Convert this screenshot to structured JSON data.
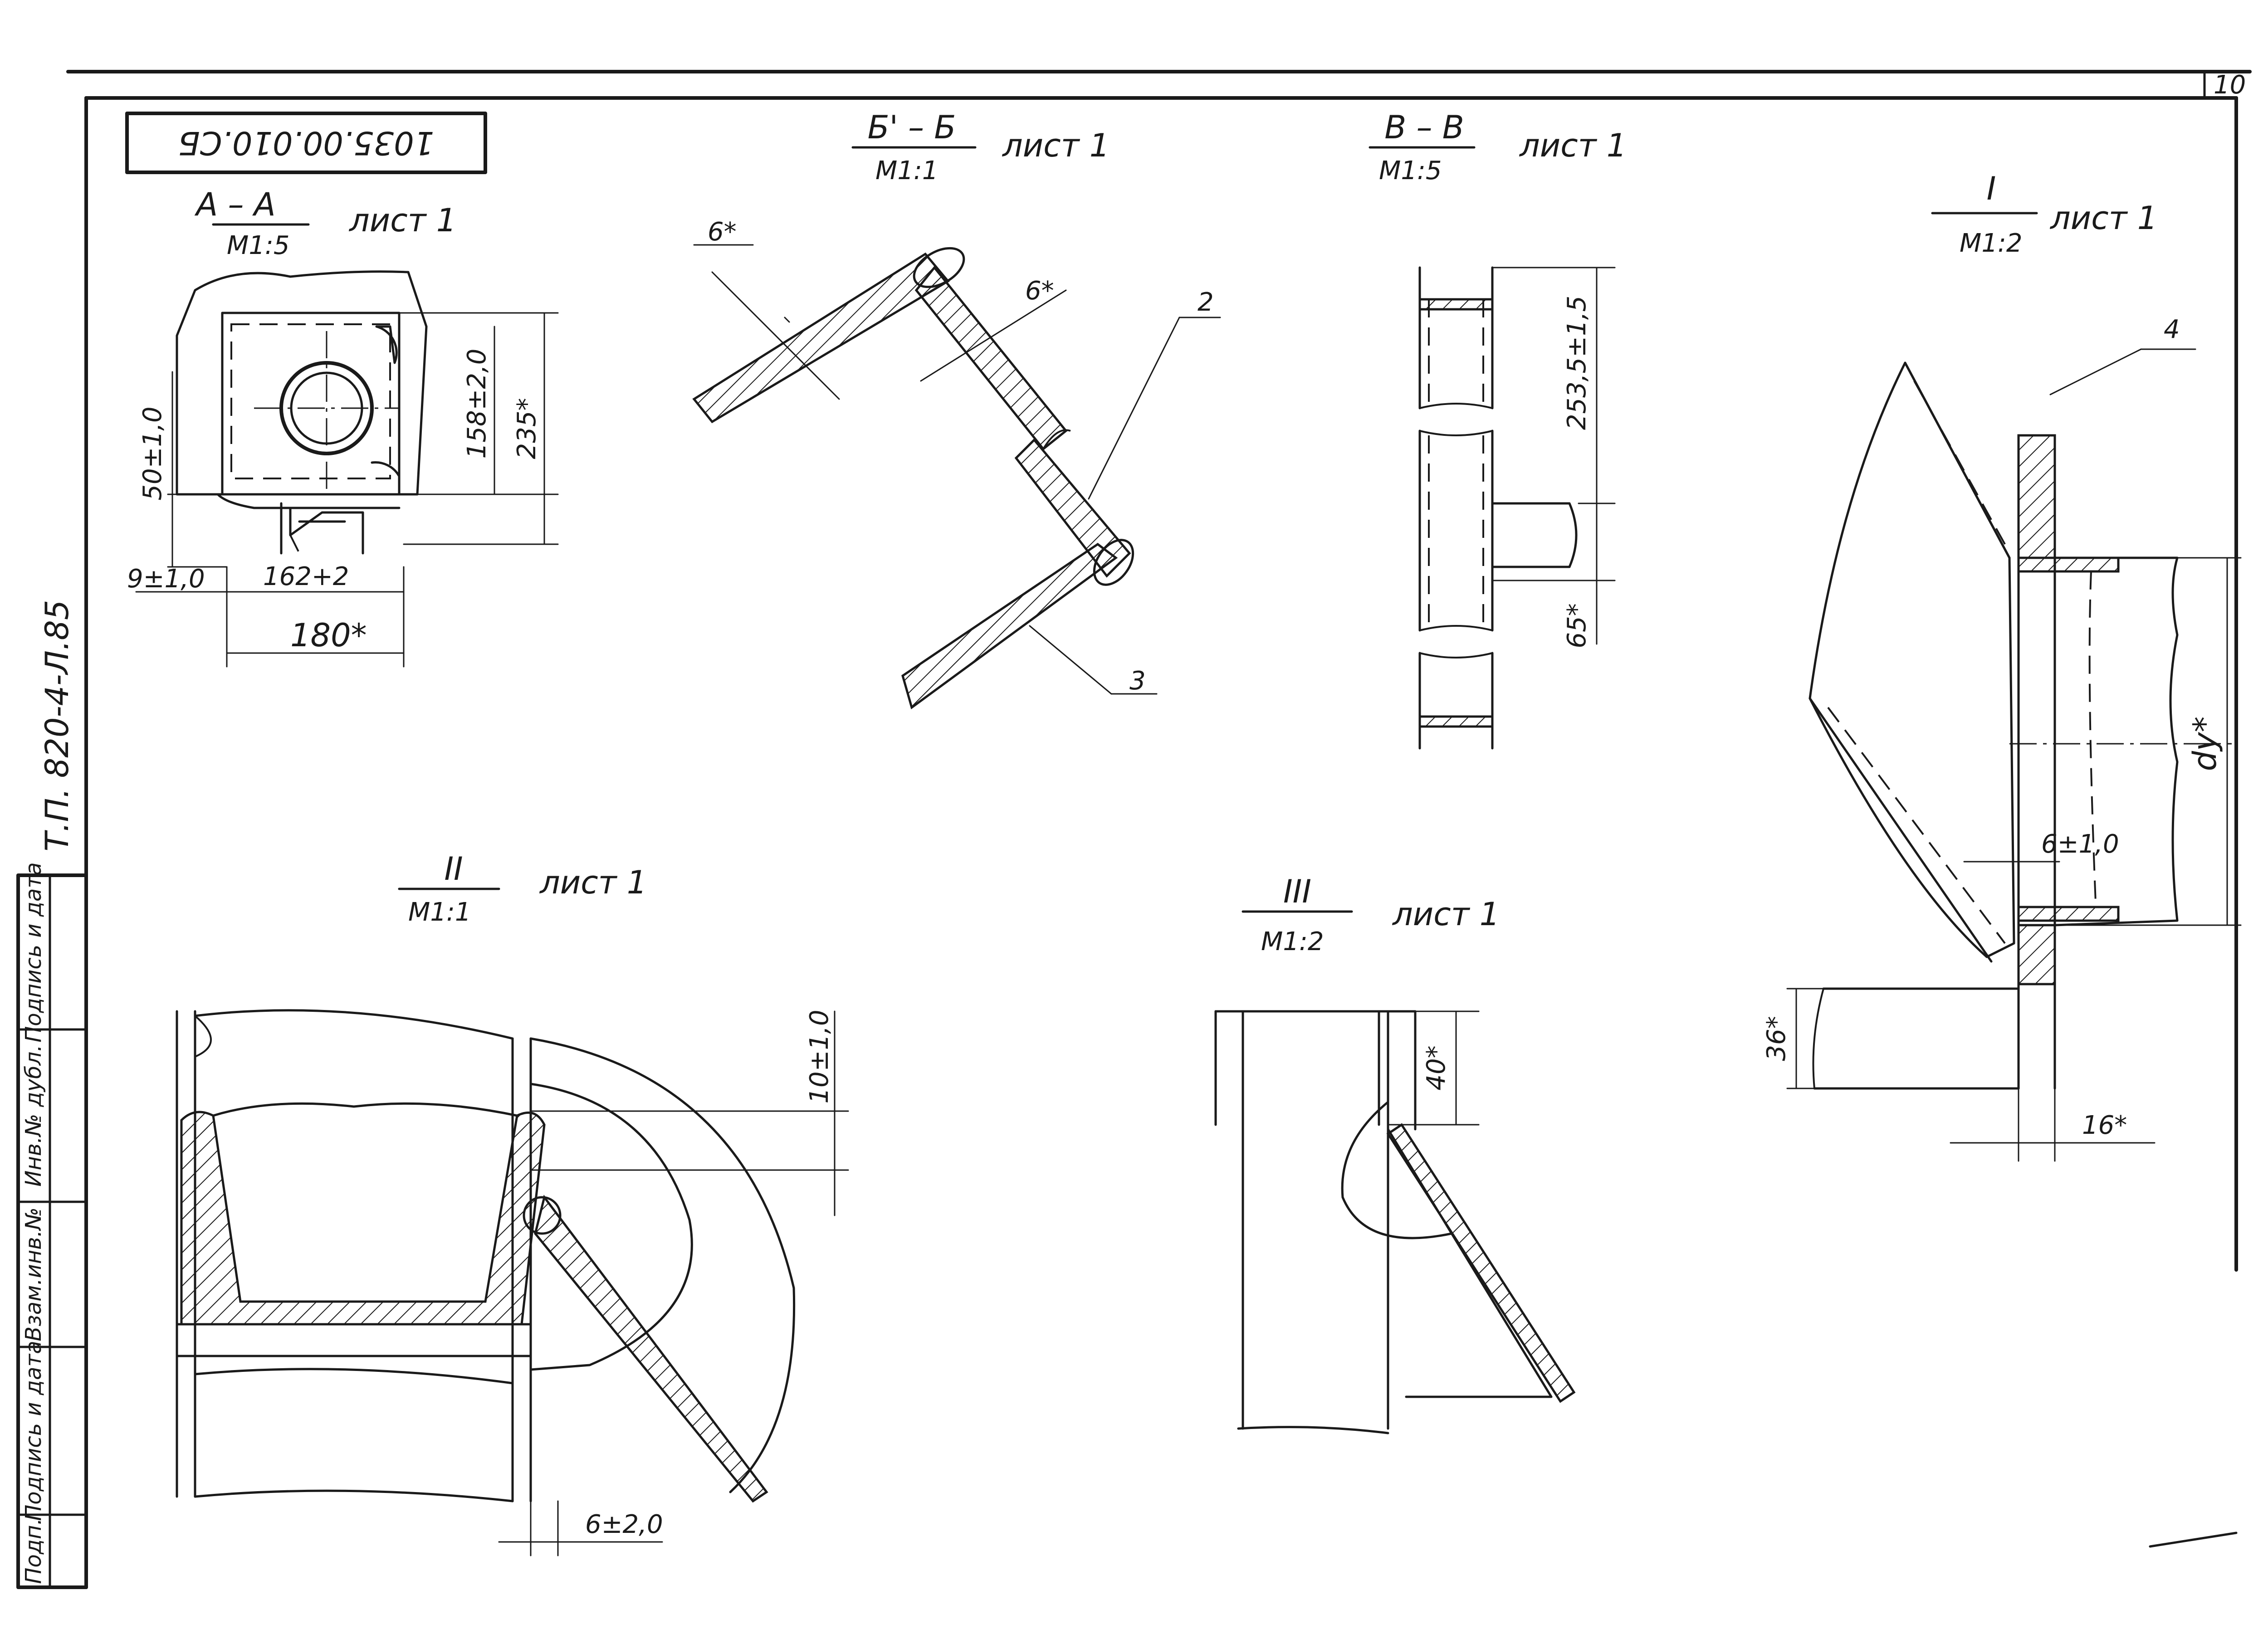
{
  "sheet": {
    "page_number": "10",
    "designation": "1035.00.010.СБ",
    "side_code": "Т.П. 820-4-Л.85",
    "side_stamp": [
      "Подп.",
      "Подпись и дата",
      "Взам.инв.№",
      "Инв.№ дубл.",
      "Подпись и дата"
    ]
  },
  "views": {
    "aa": {
      "title": "А – А",
      "scale": "М1:5",
      "sheet_ref": "лист 1"
    },
    "bb": {
      "title": "Б' – Б",
      "scale": "М1:1",
      "sheet_ref": "лист 1"
    },
    "vv": {
      "title": "В – В",
      "scale": "М1:5",
      "sheet_ref": "лист 1"
    },
    "v1": {
      "title": "I",
      "scale": "М1:2",
      "sheet_ref": "лист 1"
    },
    "v2": {
      "title": "II",
      "scale": "М1:1",
      "sheet_ref": "лист 1"
    },
    "v3": {
      "title": "III",
      "scale": "М1:2",
      "sheet_ref": "лист 1"
    }
  },
  "dimensions": {
    "aa": {
      "d50": "50±1,0",
      "d158": "158±2,0",
      "d235": "235*",
      "d9": "9±1,0",
      "d162": "162+2",
      "d180": "180*"
    },
    "bb": {
      "d6a": "6*",
      "d6b": "6*",
      "pos2": "2",
      "pos3": "3"
    },
    "vv": {
      "d253": "253,5±1,5",
      "d65": "65*"
    },
    "v1": {
      "pos4": "4",
      "dy": "dу*",
      "d6": "6±1,0",
      "d36": "36*",
      "d16": "16*"
    },
    "v2": {
      "d10": "10±1,0",
      "d6": "6±2,0"
    },
    "v3": {
      "d40": "40*"
    }
  }
}
